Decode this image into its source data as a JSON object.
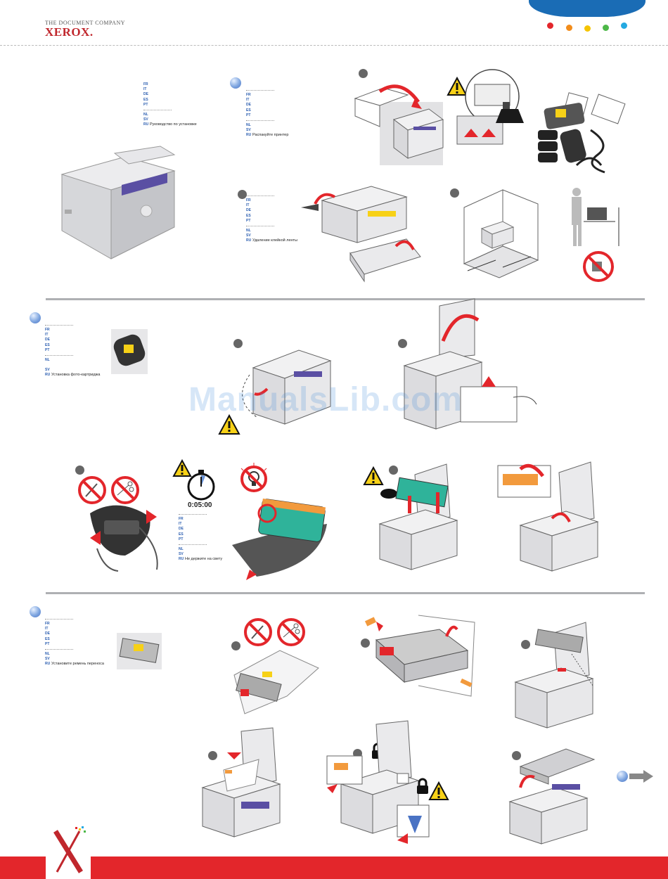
{
  "header": {
    "company_tagline": "THE DOCUMENT COMPANY",
    "brand": "XEROX.",
    "dot_colors": [
      "#e3262b",
      "#f28c1b",
      "#f5c400",
      "#4db848",
      "#24a9e1"
    ],
    "tab_color": "#1a6cb5"
  },
  "sections": {
    "intro": {
      "langs": [
        "FR",
        "IT",
        "DE",
        "ES",
        "PT",
        "NL",
        "SV",
        "RU"
      ],
      "russian_text": "Руководство по установке"
    },
    "unpack": {
      "langs": [
        "FR",
        "IT",
        "DE",
        "ES",
        "PT",
        "NL",
        "SV",
        "RU"
      ],
      "russian_text": "Распакуйте принтер"
    },
    "remove_tape": {
      "langs": [
        "FR",
        "IT",
        "DE",
        "ES",
        "PT",
        "NL",
        "SV",
        "RU"
      ],
      "russian_text": "Удаление клейкой ленты"
    },
    "cartridge": {
      "langs": [
        "FR",
        "IT",
        "DE",
        "ES",
        "PT",
        "NL",
        "SV",
        "RU"
      ],
      "russian_text": "Установка фото-картриджа"
    },
    "light_warning": {
      "timer": "0:05:00",
      "langs": [
        "FR",
        "IT",
        "DE",
        "ES",
        "PT",
        "NL",
        "SV",
        "RU"
      ],
      "russian_text": "Не держите на свету"
    },
    "transfer_belt": {
      "langs": [
        "FR",
        "IT",
        "DE",
        "ES",
        "PT",
        "NL",
        "SV",
        "RU"
      ],
      "russian_text": "Установите ремень переноса"
    }
  },
  "watermark": "ManualsLib.com",
  "colors": {
    "accent_red": "#e3262b",
    "warning_yellow": "#f7d117",
    "bubble_blue": "#6a93d6",
    "rule_gray": "#aeb0b3"
  },
  "icons": {
    "warning": "warning-triangle-icon",
    "no_knife": "no-knife-icon",
    "no_scissors": "no-scissors-icon",
    "lock": "lock-icon",
    "timer": "stopwatch-icon",
    "no_light": "no-light-icon",
    "next": "next-arrow-icon"
  }
}
